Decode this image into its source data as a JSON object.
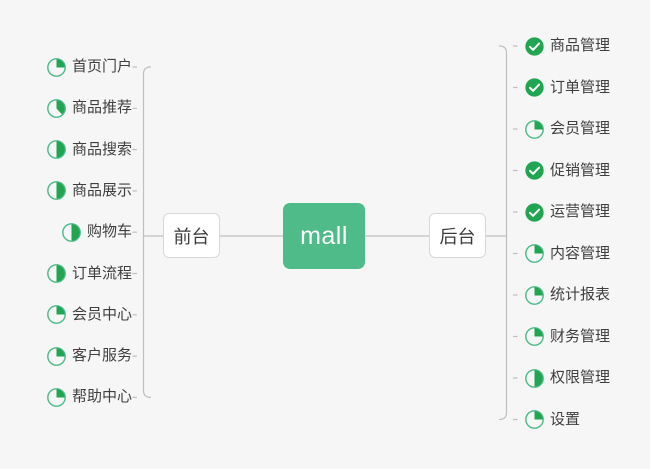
{
  "diagram": {
    "type": "mindmap",
    "title": "mall",
    "background_color": "#f6f6f6",
    "accent_color": "#4ebb89",
    "check_color": "#22a550",
    "text_color": "#3f3f3f",
    "center": {
      "label": "mall"
    },
    "branches": [
      {
        "id": "frontend",
        "label": "前台",
        "side": "left",
        "items": [
          {
            "label": "首页门户",
            "icon": "pie-icon",
            "progress": 25
          },
          {
            "label": "商品推荐",
            "icon": "pie-icon",
            "progress": 38
          },
          {
            "label": "商品搜索",
            "icon": "pie-icon",
            "progress": 50
          },
          {
            "label": "商品展示",
            "icon": "pie-icon",
            "progress": 50
          },
          {
            "label": "购物车",
            "icon": "pie-icon",
            "progress": 50
          },
          {
            "label": "订单流程",
            "icon": "pie-icon",
            "progress": 50
          },
          {
            "label": "会员中心",
            "icon": "pie-icon",
            "progress": 25
          },
          {
            "label": "客户服务",
            "icon": "pie-icon",
            "progress": 25
          },
          {
            "label": "帮助中心",
            "icon": "pie-icon",
            "progress": 25
          }
        ]
      },
      {
        "id": "backend",
        "label": "后台",
        "side": "right",
        "items": [
          {
            "label": "商品管理",
            "icon": "check-circle-icon",
            "progress": 100
          },
          {
            "label": "订单管理",
            "icon": "check-circle-icon",
            "progress": 100
          },
          {
            "label": "会员管理",
            "icon": "pie-icon",
            "progress": 25
          },
          {
            "label": "促销管理",
            "icon": "check-circle-icon",
            "progress": 100
          },
          {
            "label": "运营管理",
            "icon": "check-circle-icon",
            "progress": 100
          },
          {
            "label": "内容管理",
            "icon": "pie-icon",
            "progress": 25
          },
          {
            "label": "统计报表",
            "icon": "pie-icon",
            "progress": 25
          },
          {
            "label": "财务管理",
            "icon": "pie-icon",
            "progress": 25
          },
          {
            "label": "权限管理",
            "icon": "pie-icon",
            "progress": 50
          },
          {
            "label": "设置",
            "icon": "pie-icon",
            "progress": 25
          }
        ]
      }
    ]
  }
}
